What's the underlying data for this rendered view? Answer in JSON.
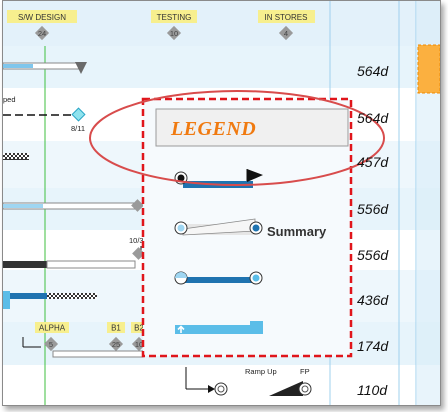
{
  "timeline": {
    "milestones": [
      {
        "label": "S/W DESIGN",
        "count": "24"
      },
      {
        "label": "TESTING",
        "count": "10"
      },
      {
        "label": "IN STORES",
        "count": "4"
      }
    ],
    "lower_milestones": [
      {
        "label": "ALPHA",
        "count": "5"
      },
      {
        "label": "B1",
        "count": "25"
      },
      {
        "label": "B2",
        "count": "10"
      }
    ]
  },
  "rows": {
    "durations": [
      "564d",
      "564d",
      "457d",
      "556d",
      "556d",
      "436d",
      "174d",
      "110d"
    ],
    "labels": {
      "slipped": "ped",
      "date_a": "8/11",
      "date_b": "10/3",
      "ramp_up": "Ramp Up",
      "fp": "FP"
    }
  },
  "legend": {
    "title": "LEGEND",
    "summary_label": "Summary"
  },
  "colors": {
    "legend_title": "#f07a10",
    "task_bar": "#1f73b0",
    "light_bar": "#5bbde8",
    "milestone_badge": "#f7ef8e",
    "callout_ring": "#d84c4c",
    "dashed_box": "#e0151b",
    "row_stripe": "#e5f3fb",
    "accent_column": "#fbb040"
  }
}
